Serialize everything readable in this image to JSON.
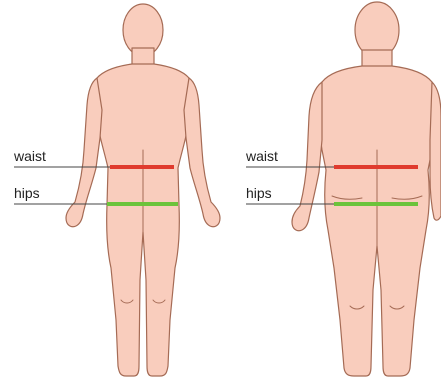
{
  "labels": {
    "waist": "waist",
    "hips": "hips"
  },
  "colors": {
    "waist_line": "#e03b2e",
    "hips_line": "#6cc33b",
    "skin": "#f9cdbd",
    "outline": "#a56b55",
    "guide": "#444444"
  },
  "figures": [
    {
      "build": "slim"
    },
    {
      "build": "heavy"
    }
  ]
}
